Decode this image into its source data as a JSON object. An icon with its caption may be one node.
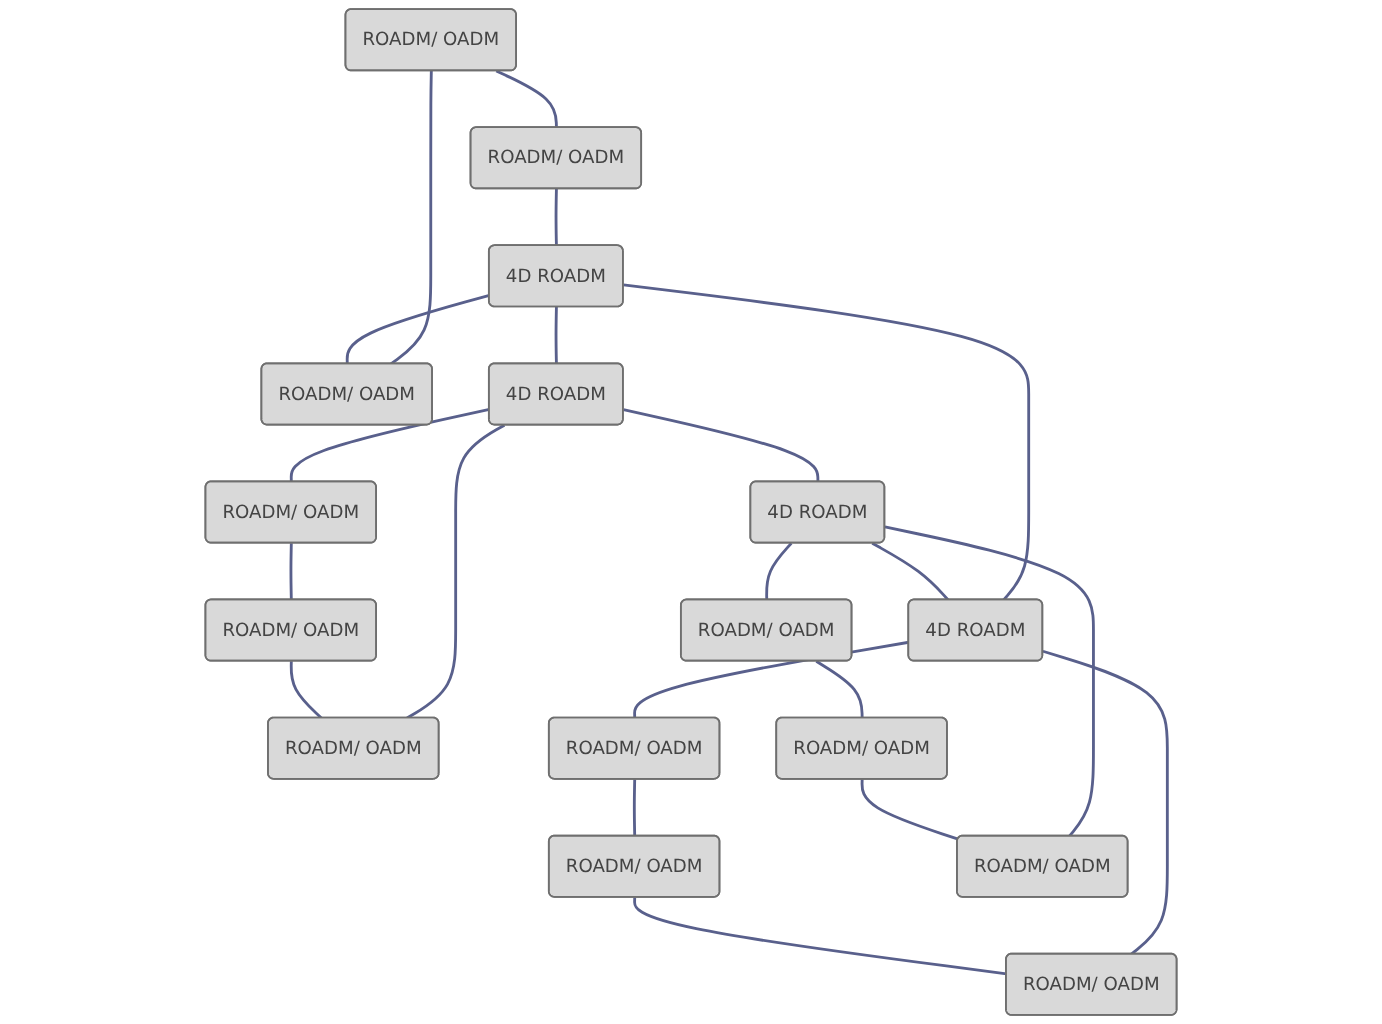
{
  "diagram": {
    "nodes": [
      {
        "text": [
          "ROADM/ OADM"
        ]
      },
      {
        "text": [
          "ROADM/ OADM"
        ]
      },
      {
        "text": [
          "ROADM/ OADM"
        ]
      },
      {
        "text": [
          "4D ROADM"
        ]
      },
      {
        "text": [
          "ROADM/ OADM"
        ]
      },
      {
        "text": [
          "ROADM/ OADM"
        ]
      },
      {
        "text": [
          "ROADM/ OADM"
        ]
      },
      {
        "text": [
          "4D ROADM"
        ]
      },
      {
        "text": [
          "4D ROADM"
        ]
      },
      {
        "text": [
          "ROADM/ OADM"
        ]
      },
      {
        "text": [
          "ROADM/ OADM"
        ]
      },
      {
        "text": [
          "ROADM/ OADM"
        ]
      },
      {
        "text": [
          "4D ROADM"
        ]
      },
      {
        "text": [
          "ROADM/ OADM"
        ]
      },
      {
        "text": [
          "ROADM/ OADM"
        ]
      },
      {
        "text": [
          "ROADM/ OADM"
        ]
      }
    ],
    "edges": [
      {
        "from": 0,
        "to": 1,
        "arrow": "none"
      },
      {
        "from": 1,
        "to": 3,
        "arrow": "none"
      },
      {
        "from": 3,
        "to": 2,
        "arrow": "none"
      },
      {
        "from": 2,
        "to": 0,
        "arrow": "none"
      },
      {
        "from": 3,
        "to": 7,
        "arrow": "none"
      },
      {
        "from": 7,
        "to": 12,
        "arrow": "none"
      },
      {
        "from": 12,
        "to": 8,
        "arrow": "none"
      },
      {
        "from": 8,
        "to": 3,
        "arrow": "none"
      },
      {
        "from": 4,
        "to": 7,
        "arrow": "none"
      },
      {
        "from": 7,
        "to": 10,
        "arrow": "none"
      },
      {
        "from": 10,
        "to": 6,
        "arrow": "none"
      },
      {
        "from": 6,
        "to": 4,
        "arrow": "none"
      },
      {
        "from": 8,
        "to": 5,
        "arrow": "none"
      },
      {
        "from": 5,
        "to": 9,
        "arrow": "none"
      },
      {
        "from": 9,
        "to": 11,
        "arrow": "none"
      },
      {
        "from": 11,
        "to": 8,
        "arrow": "none"
      },
      {
        "from": 12,
        "to": 13,
        "arrow": "none"
      },
      {
        "from": 13,
        "to": 15,
        "arrow": "none"
      },
      {
        "from": 15,
        "to": 14,
        "arrow": "none"
      },
      {
        "from": 14,
        "to": 12,
        "arrow": "none"
      }
    ]
  }
}
